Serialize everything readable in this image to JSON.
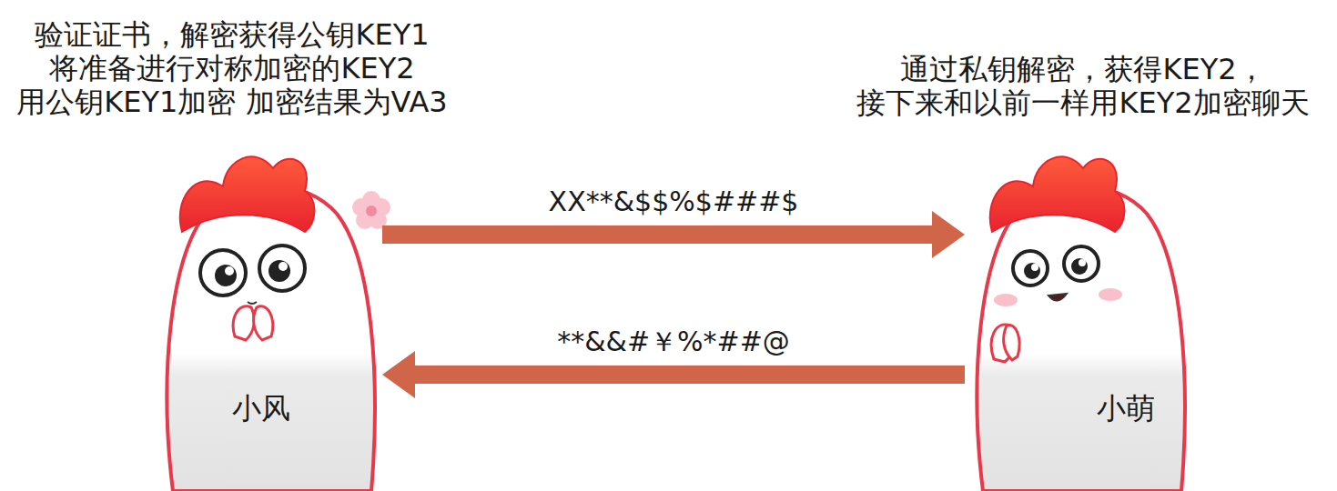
{
  "diagram": {
    "nodes": [
      {
        "text": [
          "验证证书，解密获得公钥KEY1 将准备进行对称加密的KEY2 用公钥KEY1加密 加密结果为VA3",
          "小风"
        ]
      },
      {
        "text": [
          "通过私钥解密，获得KEY2， 接下来和以前一样用KEY2加密聊天",
          "小萌"
        ]
      }
    ],
    "edges": [
      {
        "from": 0,
        "to": 1,
        "label": "XX**&$$%$###$",
        "arrow": "to"
      },
      {
        "from": 1,
        "to": 0,
        "label": "**&&#￥%*##@",
        "arrow": "to"
      }
    ]
  }
}
